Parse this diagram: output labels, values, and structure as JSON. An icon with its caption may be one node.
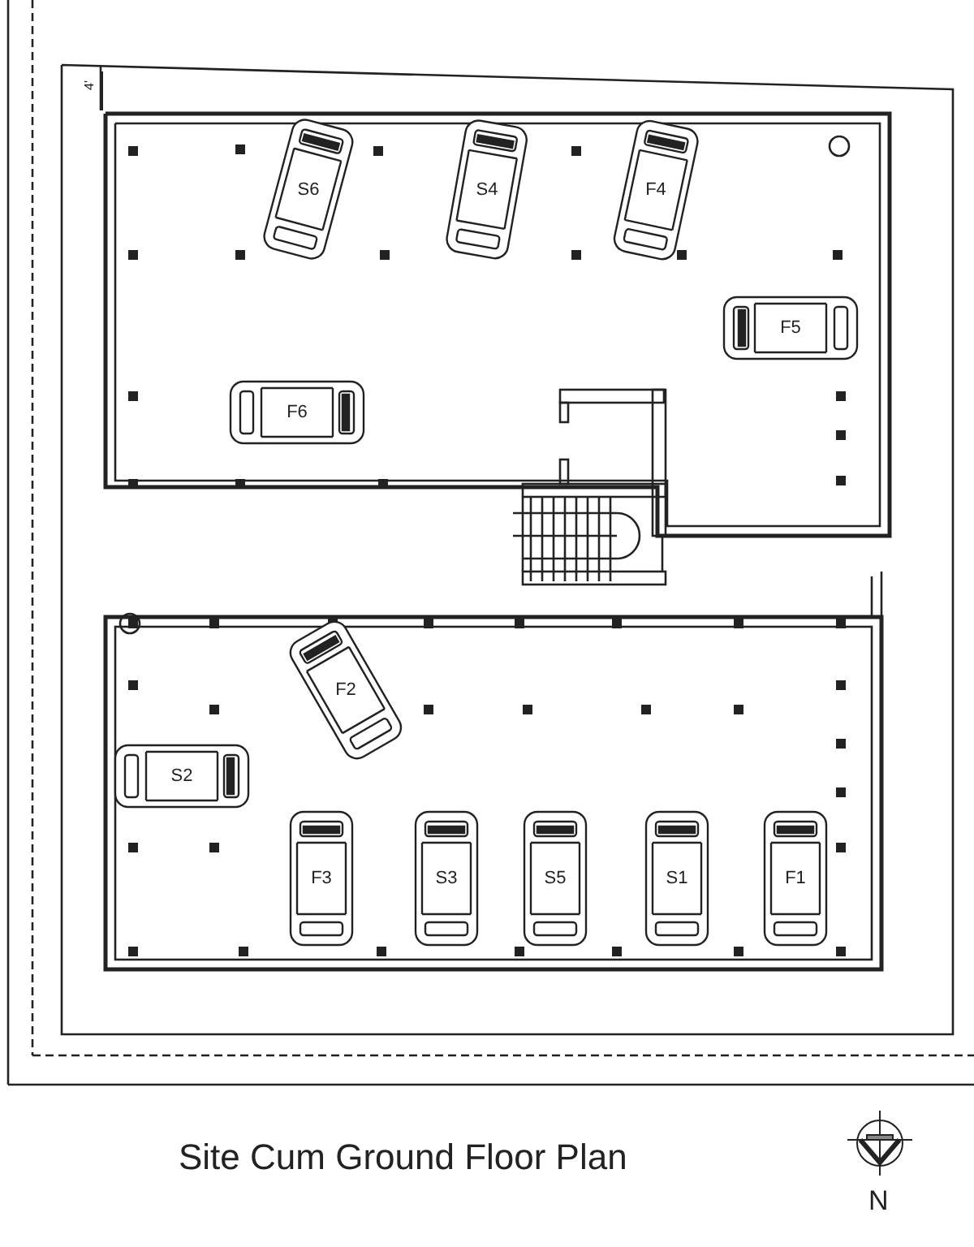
{
  "diagram": {
    "title": "Site Cum Ground Floor Plan",
    "nodes": [
      {
        "text": [
          "S6"
        ]
      },
      {
        "text": [
          "S4"
        ]
      },
      {
        "text": [
          "F4"
        ]
      },
      {
        "text": [
          "F5"
        ]
      },
      {
        "text": [
          "F6"
        ]
      },
      {
        "text": [
          "F2"
        ]
      },
      {
        "text": [
          "S2"
        ]
      },
      {
        "text": [
          "F3"
        ]
      },
      {
        "text": [
          "S3"
        ]
      },
      {
        "text": [
          "S5"
        ]
      },
      {
        "text": [
          "S1"
        ]
      },
      {
        "text": [
          "F1"
        ]
      }
    ],
    "edges": [],
    "labels": [
      "4'",
      "N"
    ]
  }
}
